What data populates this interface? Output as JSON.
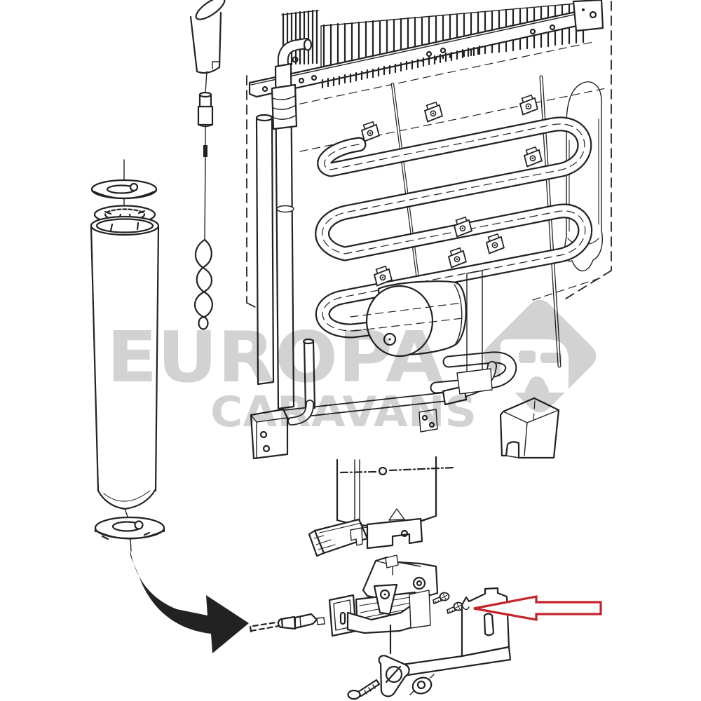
{
  "watermark": {
    "line1": "EUROPA",
    "line2": "CARAVANS"
  },
  "colors": {
    "background": "#ffffff",
    "line": "#222222",
    "watermark": "#d2d2d2",
    "arrow_red": "#c5232b"
  },
  "figure": {
    "type": "exploded-parts-line-drawing",
    "parts": [
      {
        "name": "finned-condenser"
      },
      {
        "name": "mounting-rail"
      },
      {
        "name": "cooling-coils"
      },
      {
        "name": "boiler-drum"
      },
      {
        "name": "absorber-vessel"
      },
      {
        "name": "flue-tube"
      },
      {
        "name": "baffle-disc-upper"
      },
      {
        "name": "baffle-circlip"
      },
      {
        "name": "baffle-washer-lower"
      },
      {
        "name": "flue-baffle-spiral"
      },
      {
        "name": "boiler-bottom"
      },
      {
        "name": "burner-assembly"
      },
      {
        "name": "gas-jet"
      },
      {
        "name": "fixing-screws"
      },
      {
        "name": "burner-cover-bracket"
      },
      {
        "name": "mounting-plate"
      },
      {
        "name": "curved-direction-arrow"
      },
      {
        "name": "red-pointer-arrow"
      }
    ]
  }
}
